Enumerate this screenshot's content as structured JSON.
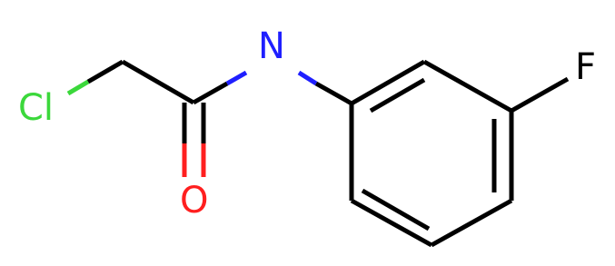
{
  "molecule": {
    "atoms": {
      "cl": {
        "label": "Cl",
        "color": "#3bd83b"
      },
      "n": {
        "label": "N",
        "color": "#1f1fff"
      },
      "o": {
        "label": "O",
        "color": "#ff1f1f"
      },
      "f": {
        "label": "F",
        "color": "#000000"
      }
    },
    "colors": {
      "bond": "#000000",
      "background": "#ffffff"
    }
  }
}
